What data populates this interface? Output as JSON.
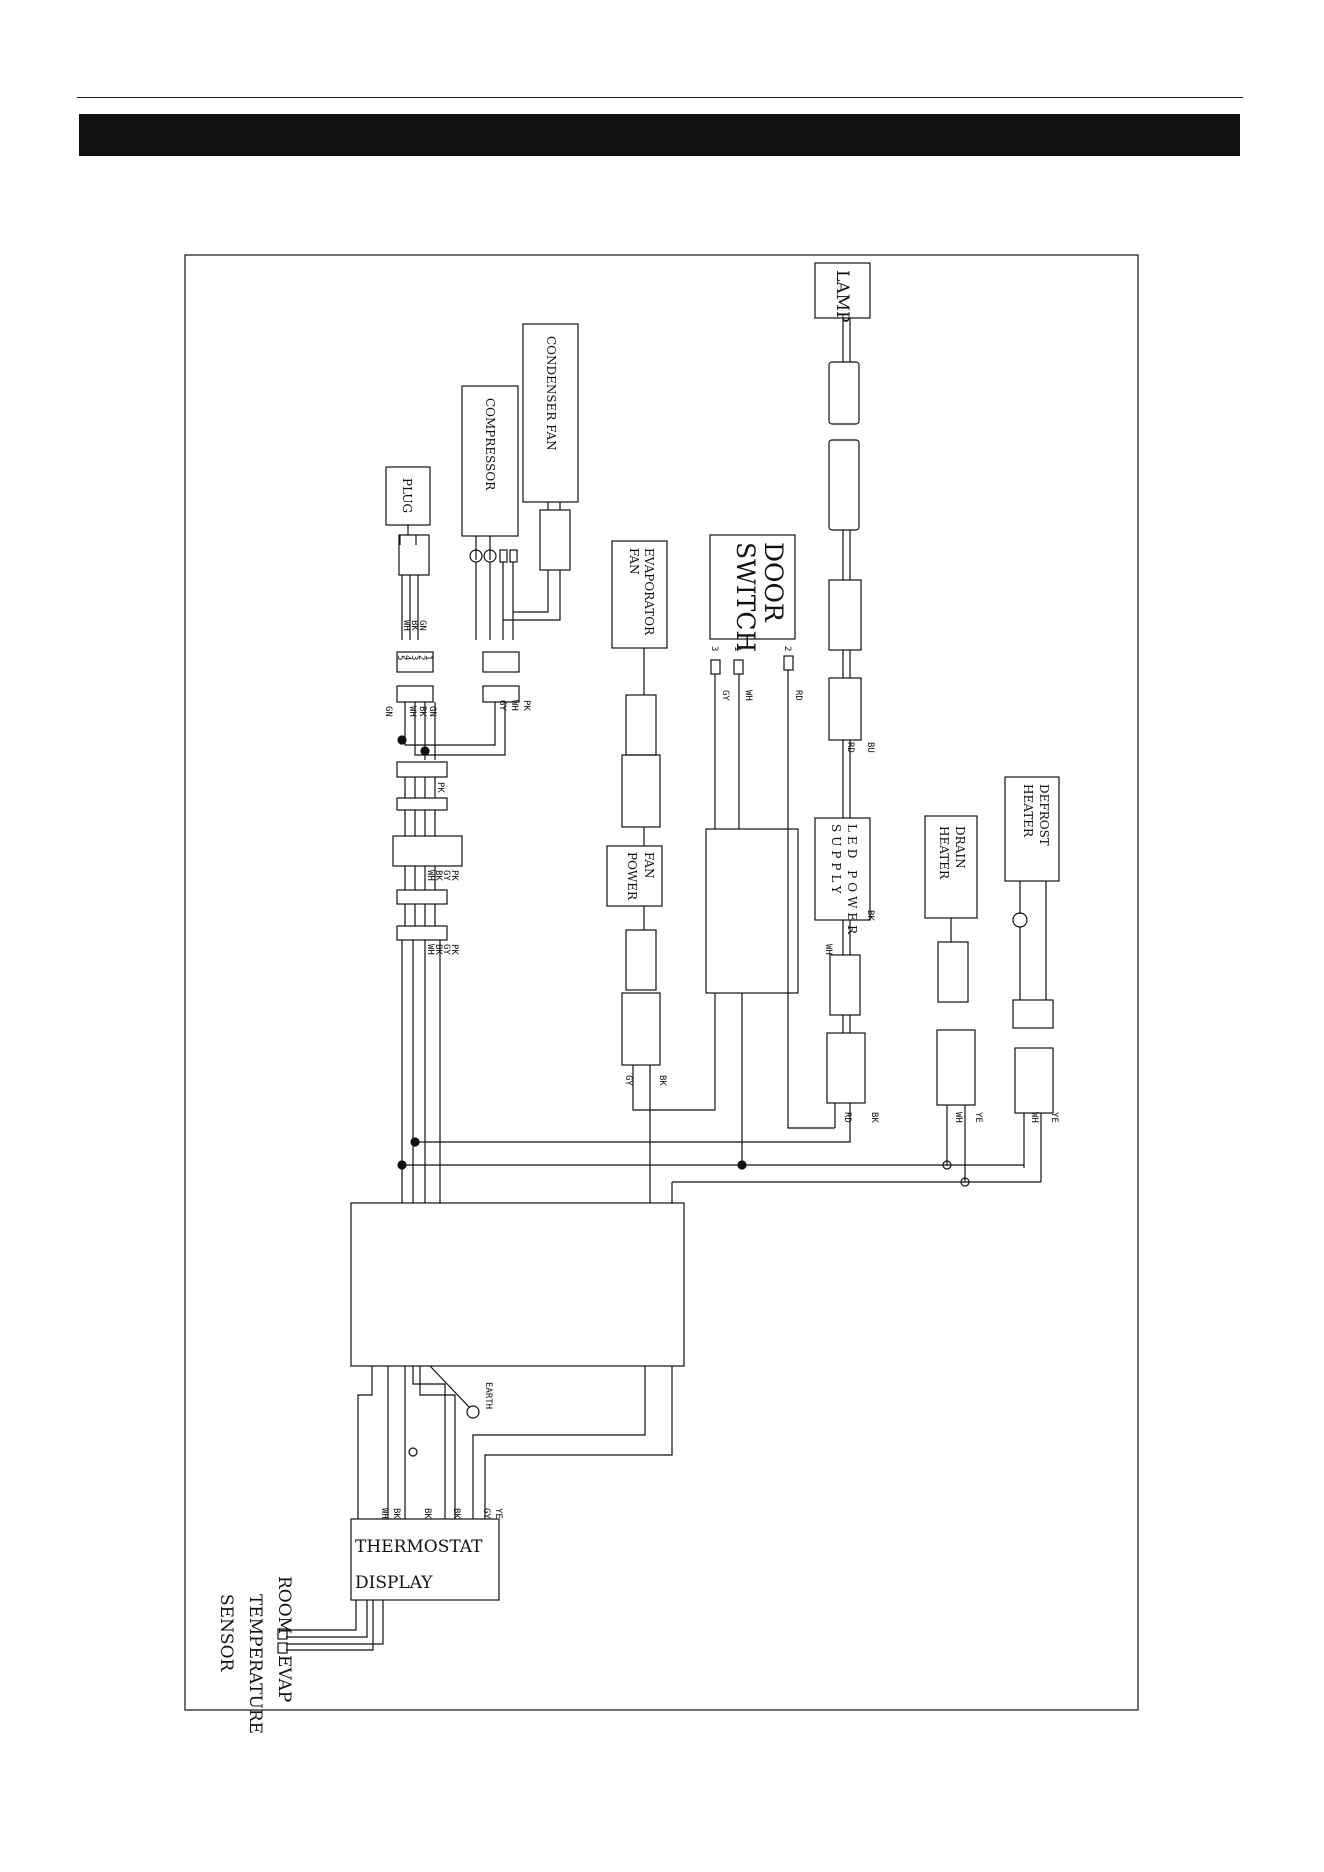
{
  "labels": {
    "lamp": "LAMP",
    "condenser_fan": "CONDENSER FAN",
    "compressor": "COMPRESSOR",
    "plug": "PLUG",
    "evaporator_fan_1": "EVAPORATOR",
    "evaporator_fan_2": "FAN",
    "door_switch_1": "DOOR",
    "door_switch_2": "SWITCH",
    "fan_power_1": "FAN",
    "fan_power_2": "POWER",
    "led_power_supply_1": "LED POWER",
    "led_power_supply_2": "SUPPLY",
    "drain_heater_1": "DRAIN",
    "drain_heater_2": "HEATER",
    "defrost_heater_1": "DEFROST",
    "defrost_heater_2": "HEATER",
    "earth": "EARTH",
    "thermostat_display_1": "THERMOSTAT",
    "thermostat_display_2": "DISPLAY",
    "sensor_room": "ROOM",
    "sensor_temperature": "TEMPERATURE",
    "sensor_sensor": "SENSOR",
    "sensor_evap": "EVAP"
  },
  "door_switch_pins": [
    "3",
    "1",
    "2"
  ],
  "door_switch_wires": [
    "GY",
    "WH",
    "RD"
  ],
  "wire_codes": {
    "plug": [
      "GN",
      "BK",
      "WH"
    ],
    "compressor_block": [
      "GN",
      "BK",
      "WH",
      "GN"
    ],
    "condenser_block": [
      "PK",
      "WH",
      "GY"
    ],
    "block3": [
      "PK"
    ],
    "block4": [
      "PK",
      "GY",
      "BK",
      "WH"
    ],
    "block5": [
      "PK",
      "GY",
      "BK",
      "WH"
    ],
    "fan_power": [
      "BK",
      "GY"
    ],
    "lamp": [
      "BU",
      "RD"
    ],
    "led_supply": [
      "BK",
      "WH"
    ],
    "led_out": [
      "BK",
      "RD"
    ],
    "drain": [
      "YE",
      "WH"
    ],
    "defrost": [
      "YE",
      "WH"
    ],
    "thermostat": [
      "YE",
      "GY",
      "BK",
      "BK",
      "BK",
      "WH"
    ]
  },
  "terminal_numbers": [
    "1",
    "2",
    "3",
    "4",
    "5"
  ]
}
